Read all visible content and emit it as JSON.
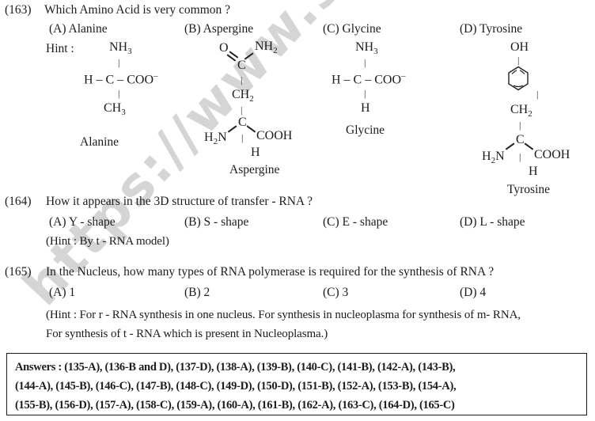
{
  "glyphs": {
    "vbond": "|"
  },
  "watermark": {
    "text": "https://www.s"
  },
  "q163": {
    "number": "(163)",
    "text": "Which Amino Acid is very common ?",
    "hint_label": "Hint :",
    "options": [
      "(A) Alanine",
      "(B) Aspergine",
      "(C) Glycine",
      "(D) Tyrosine"
    ]
  },
  "q164": {
    "number": "(164)",
    "text": "How it appears in the 3D structure of transfer - RNA ?",
    "options": [
      "(A) Y - shape",
      "(B) S - shape",
      "(C) E - shape",
      "(D) L - shape"
    ],
    "hint": "(Hint : By t - RNA model)"
  },
  "q165": {
    "number": "(165)",
    "text": "In the Nucleus, how many types of RNA polymerase is required for the synthesis of RNA ?",
    "options": [
      "(A) 1",
      "(B) 2",
      "(C) 3",
      "(D) 4"
    ],
    "hint_line1": "(Hint : For r - RNA synthesis in one nucleus. For synthesis in nucleoplasma for synthesis of m- RNA,",
    "hint_line2": "For synthesis of  t - RNA which is present in Nucleoplasma.)"
  },
  "structures": {
    "alanine": {
      "label": "Alanine"
    },
    "aspergine": {
      "label": "Aspergine"
    },
    "glycine": {
      "label": "Glycine"
    },
    "tyrosine": {
      "label": "Tyrosine"
    }
  },
  "formulas": {
    "nh3": [
      {
        "t": "NH"
      },
      {
        "s": "3"
      }
    ],
    "hccoo": [
      {
        "t": "H – C – COO"
      },
      {
        "p": "–"
      }
    ],
    "ch3": [
      {
        "t": "CH"
      },
      {
        "s": "3"
      }
    ],
    "o": [
      {
        "t": "O"
      }
    ],
    "nh2_top": [
      {
        "t": "NH"
      },
      {
        "s": "2"
      }
    ],
    "c": [
      {
        "t": "C"
      }
    ],
    "ch2": [
      {
        "t": "CH"
      },
      {
        "s": "2"
      }
    ],
    "h2n": [
      {
        "t": "H"
      },
      {
        "s": "2"
      },
      {
        "t": "N"
      }
    ],
    "cooh": [
      {
        "t": "COOH"
      }
    ],
    "h": [
      {
        "t": "H"
      }
    ],
    "oh": [
      {
        "t": "OH"
      }
    ]
  },
  "answers": {
    "line1": "Answers :  (135-A), (136-B and D), (137-D), (138-A), (139-B), (140-C), (141-B), (142-A), (143-B),",
    "line2": "(144-A), (145-B), (146-C), (147-B), (148-C), (149-D), (150-D), (151-B), (152-A), (153-B), (154-A),",
    "line3": "(155-B), (156-D), (157-A), (158-C), (159-A), (160-A), (161-B), (162-A), (163-C), (164-D), (165-C)"
  }
}
